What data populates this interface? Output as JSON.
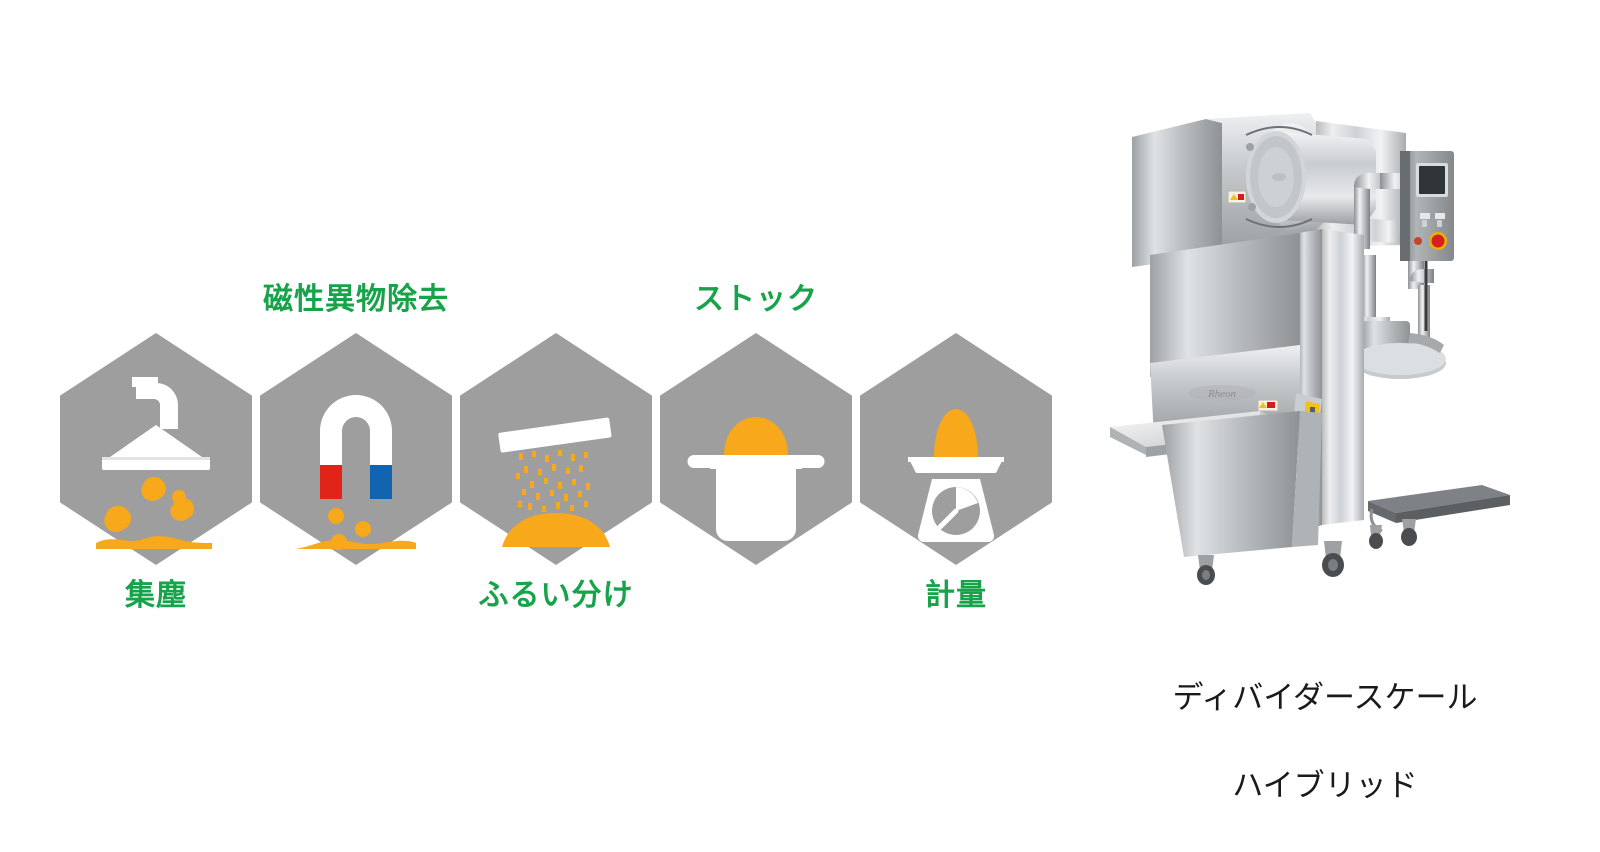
{
  "page": {
    "background": "#ffffff",
    "accent_green": "#17a34a",
    "hex_gray": "#9e9e9e",
    "material_orange": "#f7a81b",
    "icon_white": "#ffffff",
    "magnet_red": "#e2231a",
    "magnet_blue": "#1064b0"
  },
  "flow": {
    "steps": [
      {
        "id": "dust-collection",
        "label": "集塵",
        "label_position": "bottom",
        "icon": "dust-collection-hood-icon"
      },
      {
        "id": "magnetic-separation",
        "label": "磁性異物除去",
        "label_position": "top",
        "icon": "horseshoe-magnet-icon"
      },
      {
        "id": "sifting",
        "label": "ふるい分け",
        "label_position": "bottom",
        "icon": "sieve-icon"
      },
      {
        "id": "stock",
        "label": "ストック",
        "label_position": "top",
        "icon": "stock-pot-icon"
      },
      {
        "id": "weighing",
        "label": "計量",
        "label_position": "bottom",
        "icon": "kitchen-scale-icon"
      }
    ]
  },
  "product": {
    "image_alt": "divider-scale-hybrid-machine-photo",
    "caption": "ディバイダースケール\nハイブリッド",
    "caption_line1": "ディバイダースケール",
    "caption_line2": "ハイブリッド"
  }
}
